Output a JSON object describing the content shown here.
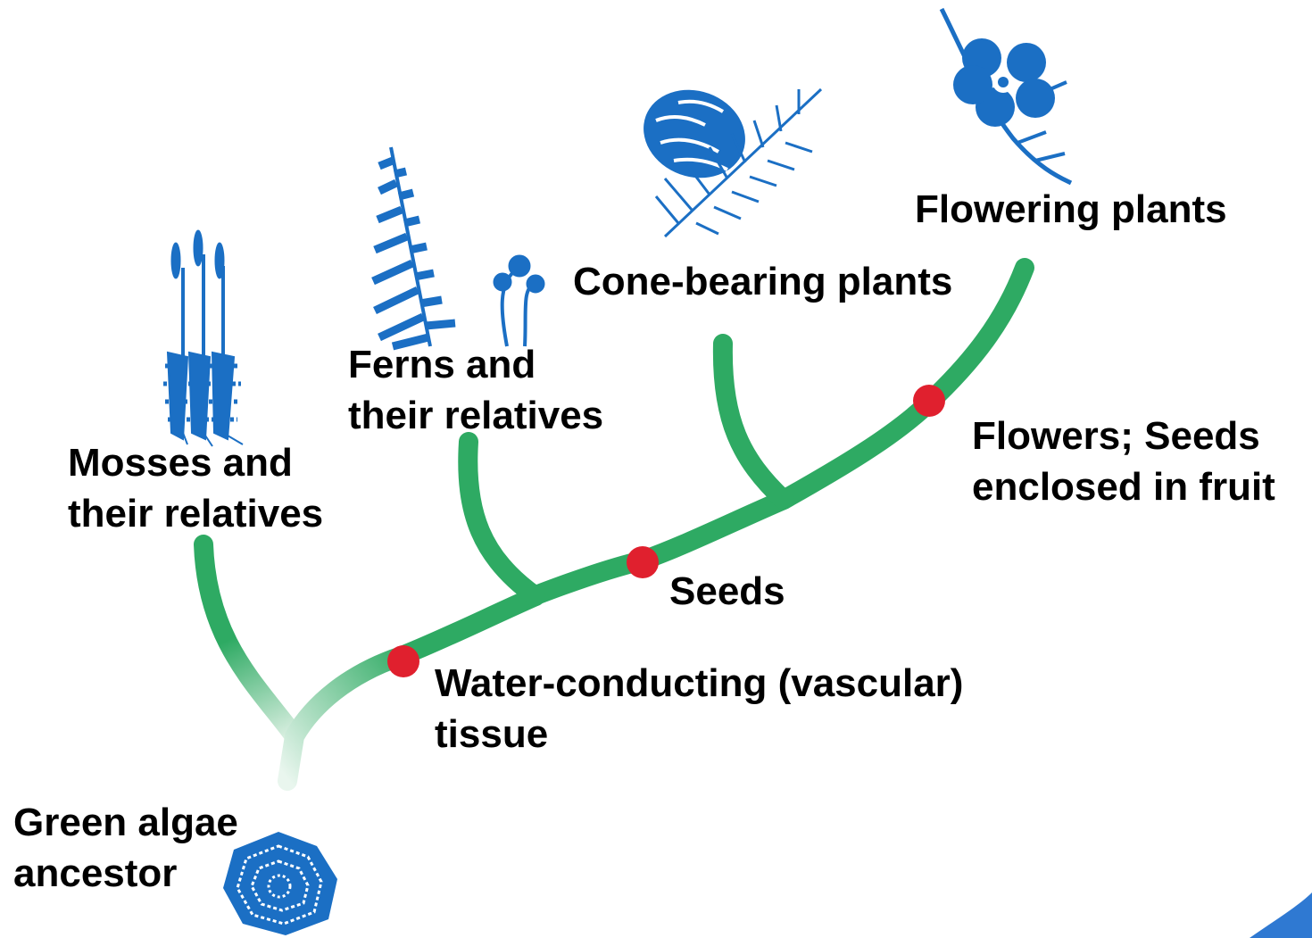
{
  "colors": {
    "branch": "#2eaa63",
    "branch_faded": "#d8efe0",
    "trait_marker": "#e0202e",
    "plant_icon": "#1b6fc4",
    "text": "#000000"
  },
  "groups": {
    "green_algae": {
      "line1": "Green algae",
      "line2": "ancestor",
      "icon": "green-algae-cell-icon"
    },
    "mosses": {
      "line1": "Mosses and",
      "line2": "their relatives",
      "icon": "moss-icon"
    },
    "ferns": {
      "line1": "Ferns and",
      "line2": "their relatives",
      "icon": "fern-icon"
    },
    "cone_bearing": {
      "label": "Cone-bearing plants",
      "icon": "pine-cone-icon"
    },
    "flowering": {
      "label": "Flowering plants",
      "icon": "flower-icon"
    }
  },
  "traits": {
    "vascular": {
      "line1": "Water-conducting (vascular)",
      "line2": "tissue"
    },
    "seeds": {
      "label": "Seeds"
    },
    "flowers": {
      "line1": "Flowers; Seeds",
      "line2": "enclosed in fruit"
    }
  }
}
